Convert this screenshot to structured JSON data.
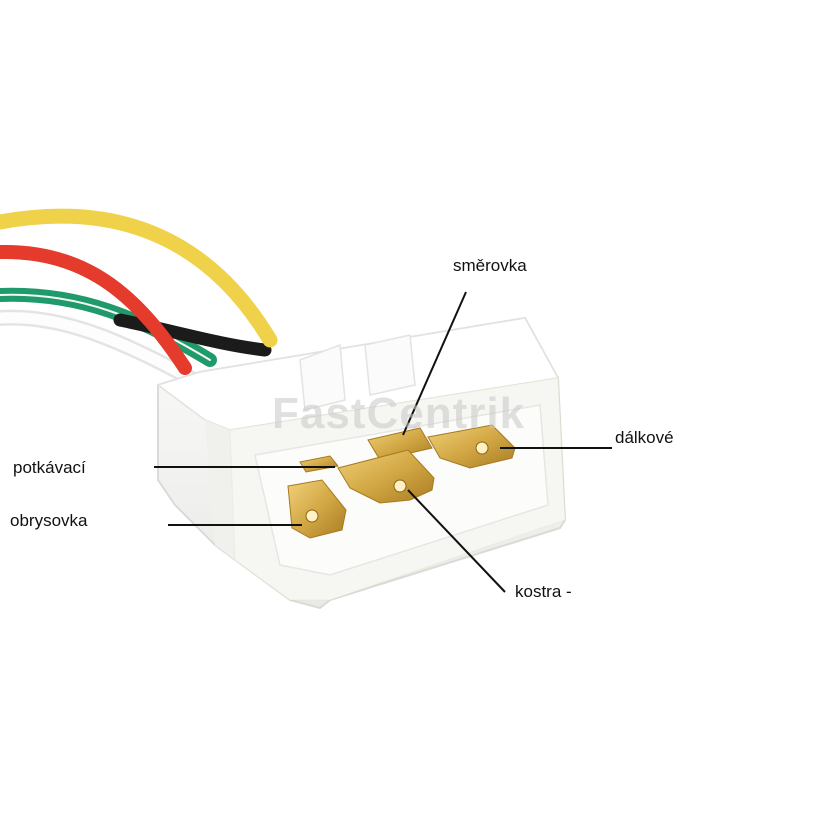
{
  "labels": {
    "smerovka": "směrovka",
    "dalkove": "dálkové",
    "potkavaci": "potkávací",
    "obrysovka": "obrysovka",
    "kostra": "kostra -"
  },
  "watermark": "FastCentrik",
  "wire_colors": {
    "yellow": "#f0d24a",
    "red": "#e43b2c",
    "green": "#1f9a6a",
    "black": "#1b1b1b",
    "white": "#f6f6f6"
  },
  "colors": {
    "housing": "#f4f4f2",
    "terminal": "#d3a845",
    "leader_line": "#111111"
  }
}
